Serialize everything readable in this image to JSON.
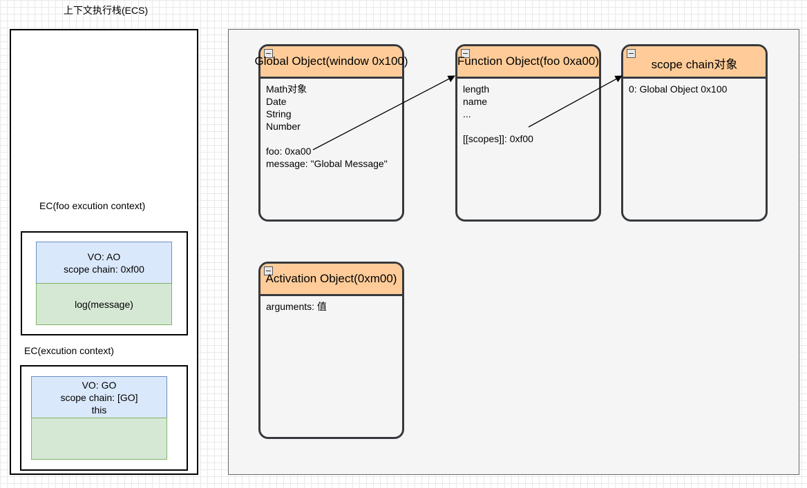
{
  "ecs": {
    "title": "上下文执行栈(ECS)",
    "foo_ec": {
      "label": "EC(foo excution context)",
      "vo_lines": [
        "VO: AO",
        "scope chain: 0xf00"
      ],
      "code": "log(message)"
    },
    "global_ec": {
      "label": "EC(excution context)",
      "vo_lines": [
        "VO: GO",
        "scope chain: [GO]",
        "this"
      ],
      "code": ""
    }
  },
  "heap": {
    "objects": [
      {
        "id": "global-object",
        "title": "Global Object(window 0x100)",
        "lines": [
          "Math对象",
          "Date",
          "String",
          "Number",
          "",
          "foo: 0xa00",
          "message: \"Global Message\""
        ]
      },
      {
        "id": "function-object",
        "title": "Function Object(foo 0xa00)",
        "lines": [
          "length",
          "name",
          "...",
          "",
          "[[scopes]]: 0xf00"
        ]
      },
      {
        "id": "scope-chain-object",
        "title": "scope chain对象",
        "lines": [
          "0: Global Object 0x100"
        ]
      },
      {
        "id": "activation-object",
        "title": "Activation Object(0xm00)",
        "lines": [
          "arguments: 值"
        ]
      }
    ]
  },
  "arrows": [
    {
      "from": "foo: 0xa00",
      "to": "Function Object(foo 0xa00)"
    },
    {
      "from": "[[scopes]]: 0xf00",
      "to": "scope chain对象"
    }
  ],
  "colors": {
    "object_header": "#ffcc99",
    "object_border": "#36393d",
    "object_fill": "#f5f5f5",
    "vo_fill": "#dae8fc",
    "vo_border": "#6c8ebf",
    "code_fill": "#d5e8d4",
    "code_border": "#82b366"
  }
}
